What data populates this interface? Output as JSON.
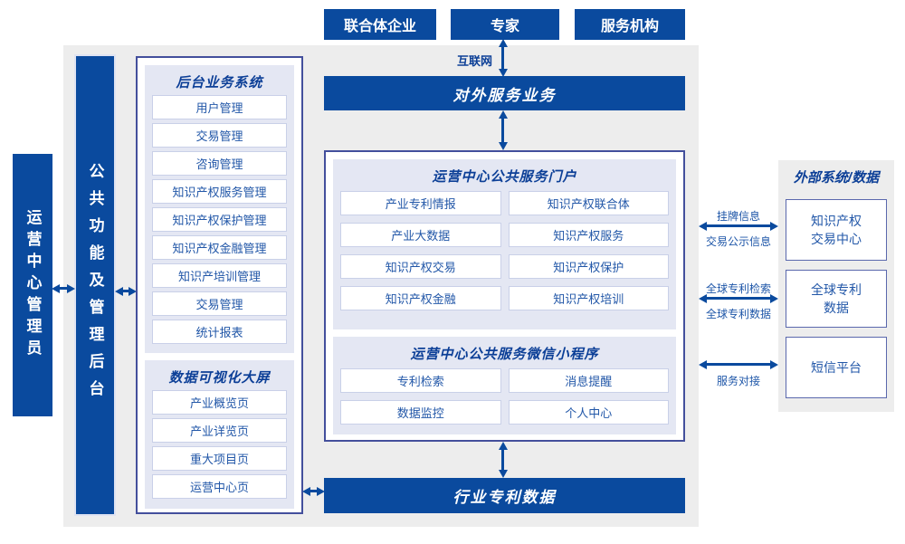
{
  "diagram": {
    "top_actors": [
      "联合体企业",
      "专家",
      "服务机构"
    ],
    "internet_label": "互联网",
    "external_service_bar": "对外服务业务",
    "industry_patent_bar": "行业专利数据",
    "admin_box": "运营中心管理员",
    "backend_functions_bar": "公共功能及管理后台",
    "backend_system": {
      "title": "后台业务系统",
      "items": [
        "用户管理",
        "交易管理",
        "咨询管理",
        "知识产权服务管理",
        "知识产权保护管理",
        "知识产权金融管理",
        "知识产培训管理",
        "交易管理",
        "统计报表"
      ]
    },
    "dashboard": {
      "title": "数据可视化大屏",
      "items": [
        "产业概览页",
        "产业详览页",
        "重大项目页",
        "运营中心页"
      ]
    },
    "portal": {
      "title": "运营中心公共服务门户",
      "items": [
        "产业专利情报",
        "知识产权联合体",
        "产业大数据",
        "知识产权服务",
        "知识产权交易",
        "知识产权保护",
        "知识产权金融",
        "知识产权培训"
      ]
    },
    "miniprogram": {
      "title": "运营中心公共服务微信小程序",
      "items": [
        "专利检索",
        "消息提醒",
        "数据监控",
        "个人中心"
      ]
    },
    "external": {
      "title": "外部系统/数据",
      "systems": [
        "知识产权交易中心",
        "全球专利数据",
        "短信平台"
      ]
    },
    "right_flows": [
      {
        "label_top": "挂牌信息",
        "label_bottom": "交易公示信息"
      },
      {
        "label_top": "全球专利检索",
        "label_bottom": "全球专利数据"
      },
      {
        "label_bottom": "服务对接"
      }
    ],
    "colors": {
      "primary_blue": "#0a4a9e",
      "panel_gray": "#ededed",
      "card_lavender": "#e4e7f3",
      "border_navy": "#434f9c",
      "item_text_blue": "#2257a8"
    }
  }
}
